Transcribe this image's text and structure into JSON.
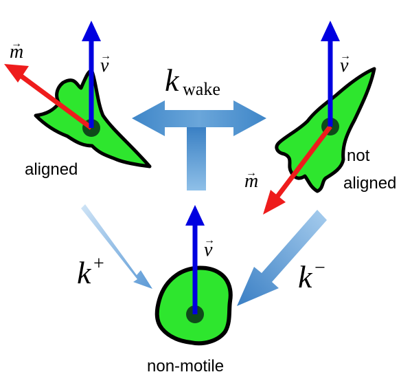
{
  "labels": {
    "aligned": "aligned",
    "not_aligned_line1": "not",
    "not_aligned_line2": "aligned",
    "non_motile": "non-motile"
  },
  "symbols": {
    "velocity": "v",
    "motor": "m",
    "arrow_accent": "→",
    "k": "k",
    "wake_sub": "wake",
    "plus_sup": "+",
    "minus_sup": "−"
  },
  "colors": {
    "cell_fill": "#2ee62e",
    "cell_outline": "#000000",
    "nucleus": "#0f4a1a",
    "velocity_arrow": "#0000e0",
    "motor_arrow": "#ee1c1c",
    "transition_arrow": "#3f86c8",
    "transition_arrow_light": "#8dbde6"
  },
  "icons": [
    "velocity-arrow-icon",
    "polarization-arrow-icon",
    "transition-arrow-icon"
  ]
}
